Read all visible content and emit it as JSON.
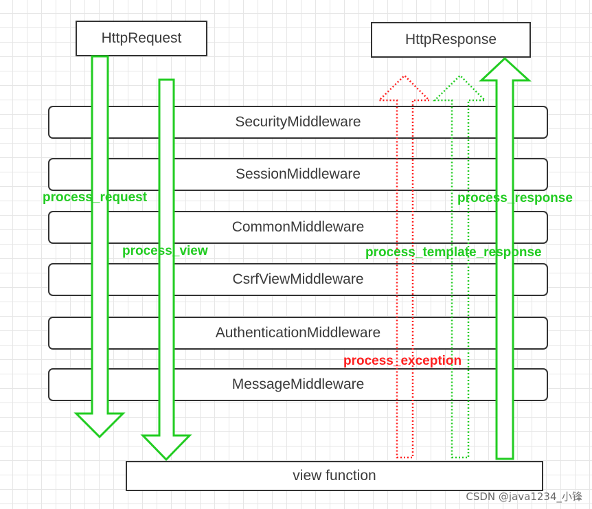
{
  "request_box": "HttpRequest",
  "response_box": "HttpResponse",
  "middlewares": [
    "SecurityMiddleware",
    "SessionMiddleware",
    "CommonMiddleware",
    "CsrfViewMiddleware",
    "AuthenticationMiddleware",
    "MessageMiddleware"
  ],
  "view_box": "view function",
  "labels": {
    "process_request": "process_request",
    "process_view": "process_view",
    "process_response": "process_response",
    "process_template_response": "process_template_response",
    "process_exception": "process_exception"
  },
  "colors": {
    "green": "#22cc22",
    "red": "#ff2020",
    "border": "#333333"
  },
  "watermark": "CSDN @java1234_小锋"
}
